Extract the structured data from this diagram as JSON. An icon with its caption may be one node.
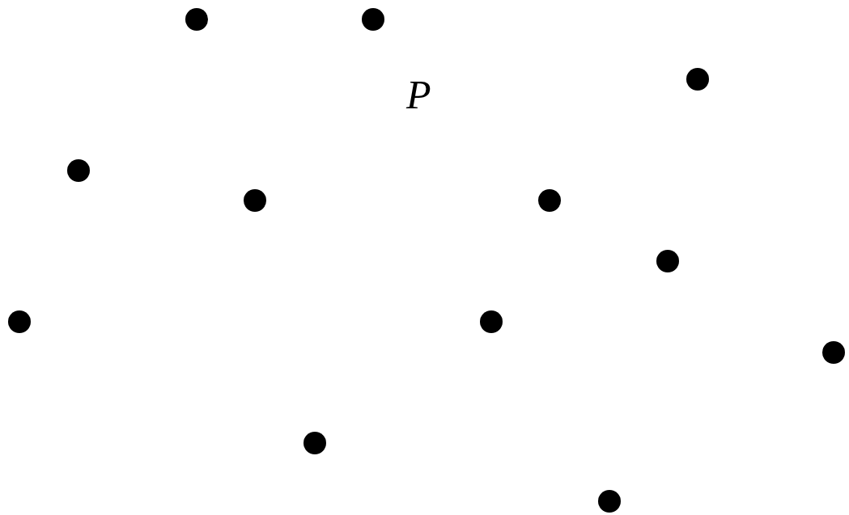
{
  "diagram": {
    "nodes": [
      {
        "text": [],
        "shape": "circle"
      },
      {
        "text": [],
        "shape": "circle"
      },
      {
        "text": [],
        "shape": "circle"
      },
      {
        "text": [],
        "shape": "circle"
      },
      {
        "text": [],
        "shape": "circle"
      },
      {
        "text": [],
        "shape": "circle"
      },
      {
        "text": [],
        "shape": "circle"
      },
      {
        "text": [],
        "shape": "circle"
      },
      {
        "text": [],
        "shape": "circle"
      },
      {
        "text": [],
        "shape": "circle"
      },
      {
        "text": [],
        "shape": "circle"
      },
      {
        "text": [],
        "shape": "circle"
      }
    ],
    "labels": [
      "P"
    ]
  }
}
